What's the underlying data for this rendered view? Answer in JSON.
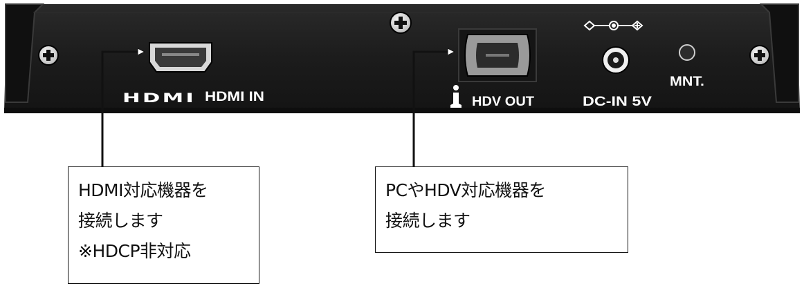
{
  "panel": {
    "hdmi_logo": "HDMI",
    "hdmi_in_label": "HDMI IN",
    "hdv_out_label": "HDV OUT",
    "dc_in_label": "DC-IN 5V",
    "mnt_label": "MNT."
  },
  "callouts": {
    "hdmi": {
      "lines": [
        "HDMI対応機器を",
        "接続します",
        "※HDCP非対応"
      ]
    },
    "hdv": {
      "lines": [
        "PCやHDV対応機器を",
        "接続します"
      ]
    }
  },
  "colors": {
    "panel": "#1f1f1f",
    "panel_edge": "#3a3a3a",
    "bezel": "#111111",
    "text": "#ffffff"
  }
}
